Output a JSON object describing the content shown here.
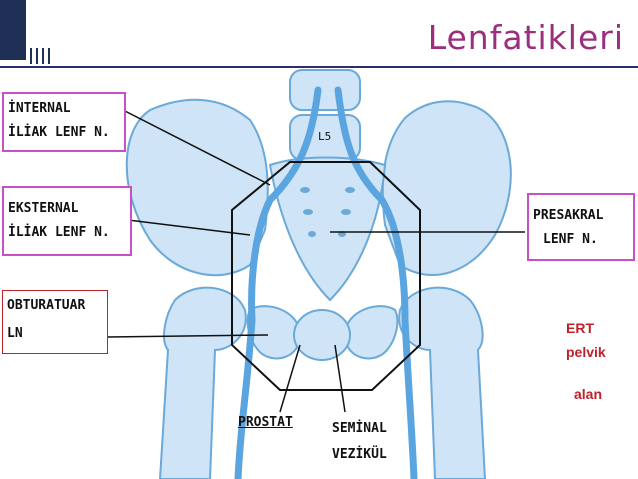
{
  "slide": {
    "title": "Lenfatikleri"
  },
  "labels": {
    "internal_line1": "İNTERNAL",
    "internal_line2": "İLİAK LENF N.",
    "eksternal_line1": "EKSTERNAL",
    "eksternal_line2": "İLİAK LENF N.",
    "obturatuar_line1": "OBTURATUAR",
    "obturatuar_line2": "LN",
    "presakral_line1": "PRESAKRAL",
    "presakral_line2": "LENF N.",
    "prostat": "PROSTAT",
    "seminal_line1": "SEMİNAL",
    "seminal_line2": "VEZİKÜL",
    "l5": "L5",
    "ert_line1": "ERT",
    "ert_line2": "pelvik",
    "ert_line3": "alan"
  },
  "colors": {
    "title": "#9c2e7e",
    "label_border": "#c84fc4",
    "obturatuar_border": "#c0202a",
    "ert_text": "#c0202a",
    "bone_fill": "#cfe4f6",
    "bone_stroke": "#6aa9d8",
    "vessel": "#5aa5df",
    "header_rule": "#2d2f6b"
  }
}
